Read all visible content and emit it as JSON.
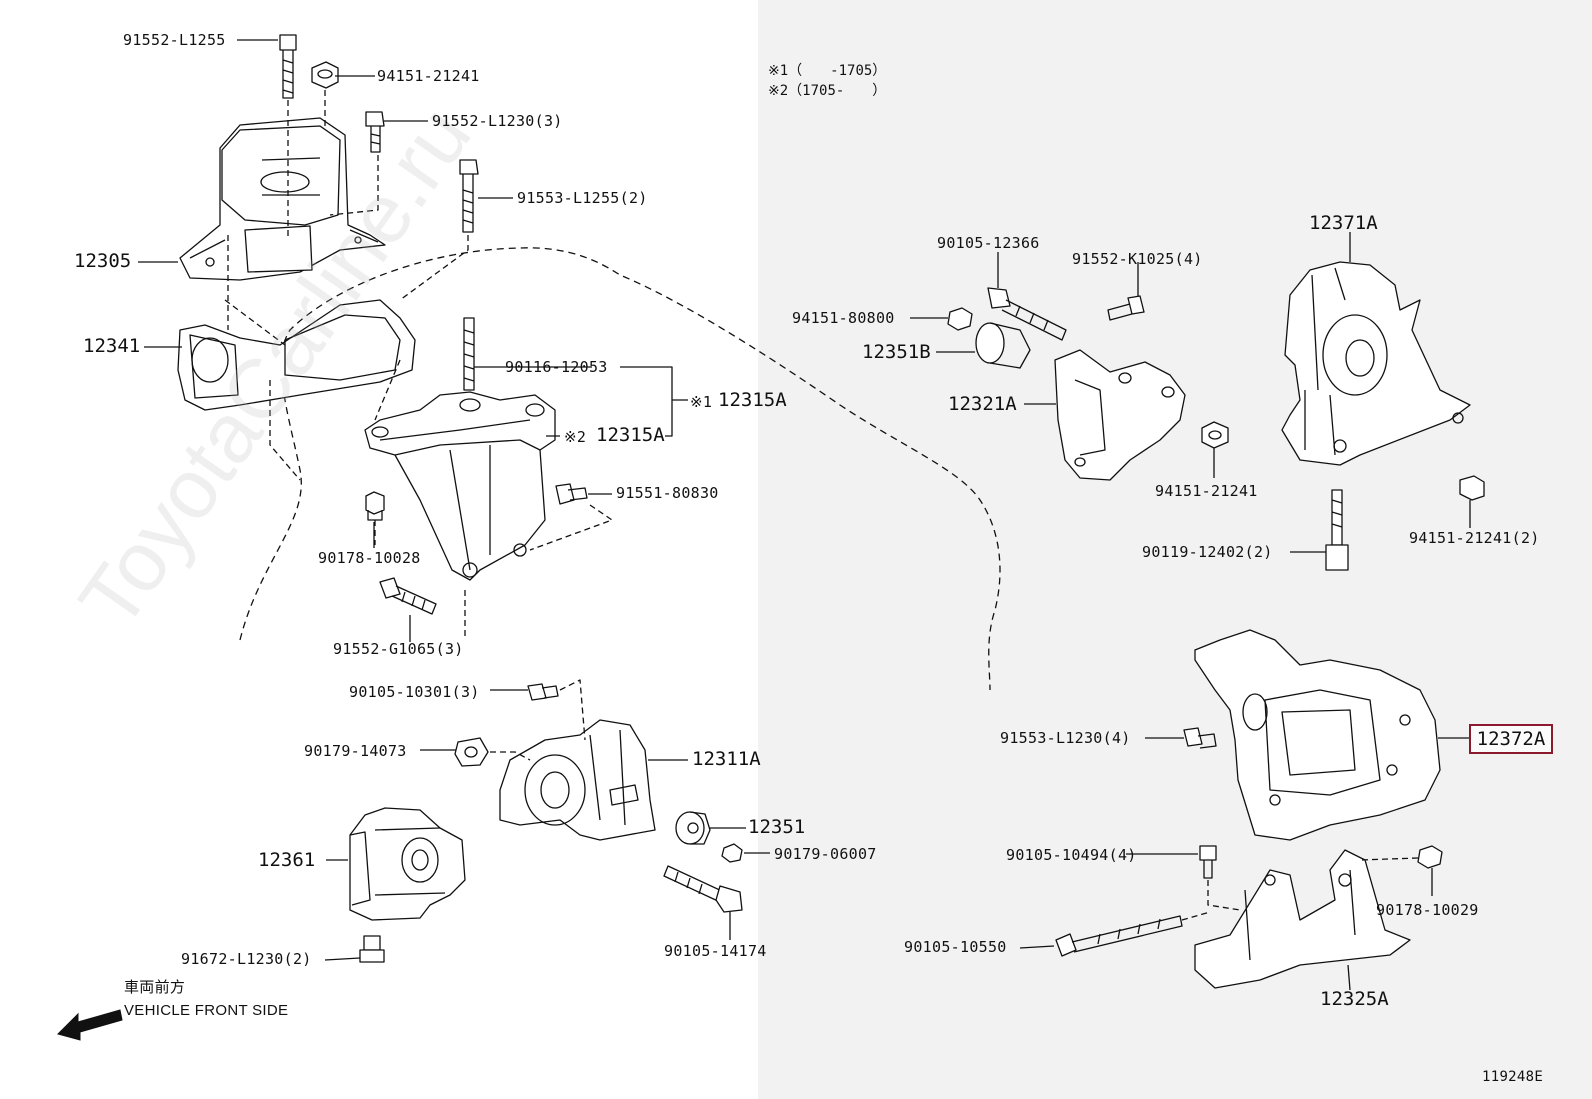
{
  "notes": {
    "n1": "※1（　　-1705）",
    "n2": "※2（1705-　　）"
  },
  "parts": {
    "p91552_L1255": "91552-L1255",
    "p94151_21241_top": "94151-21241",
    "p91552_L1230_3": "91552-L1230(3)",
    "p91553_L1255_2": "91553-L1255(2)",
    "p12305": "12305",
    "p12341": "12341",
    "p90116_12053": "90116-12053",
    "mark1": "※1",
    "p12315A_1": "12315A",
    "mark2": "※2",
    "p12315A_2": "12315A",
    "p91551_80830": "91551-80830",
    "p90178_10028": "90178-10028",
    "p91552_G1065_3": "91552-G1065(3)",
    "p90105_10301_3": "90105-10301(3)",
    "p90179_14073": "90179-14073",
    "p12311A": "12311A",
    "p12351": "12351",
    "p90179_06007": "90179-06007",
    "p12361": "12361",
    "p90105_14174": "90105-14174",
    "p91672_L1230_2": "91672-L1230(2)",
    "p90105_12366": "90105-12366",
    "p91552_K1025_4": "91552-K1025(4)",
    "p94151_80800": "94151-80800",
    "p12351B": "12351B",
    "p12321A": "12321A",
    "p94151_21241_mid": "94151-21241",
    "p12371A": "12371A",
    "p90119_12402_2": "90119-12402(2)",
    "p94151_21241_2": "94151-21241(2)",
    "p91553_L1230_4": "91553-L1230(4)",
    "p12372A": "12372A",
    "p90105_10494_4": "90105-10494(4)",
    "p90178_10029": "90178-10029",
    "p90105_10550": "90105-10550",
    "p12325A": "12325A"
  },
  "front": {
    "jp": "車両前方",
    "en": "VEHICLE FRONT SIDE"
  },
  "diagram_id": "119248E",
  "watermark": "ToyotaCarline.ru",
  "colors": {
    "highlight_border": "#8c1a2f",
    "right_panel_bg": "#f2f2f2",
    "line": "#111111"
  }
}
